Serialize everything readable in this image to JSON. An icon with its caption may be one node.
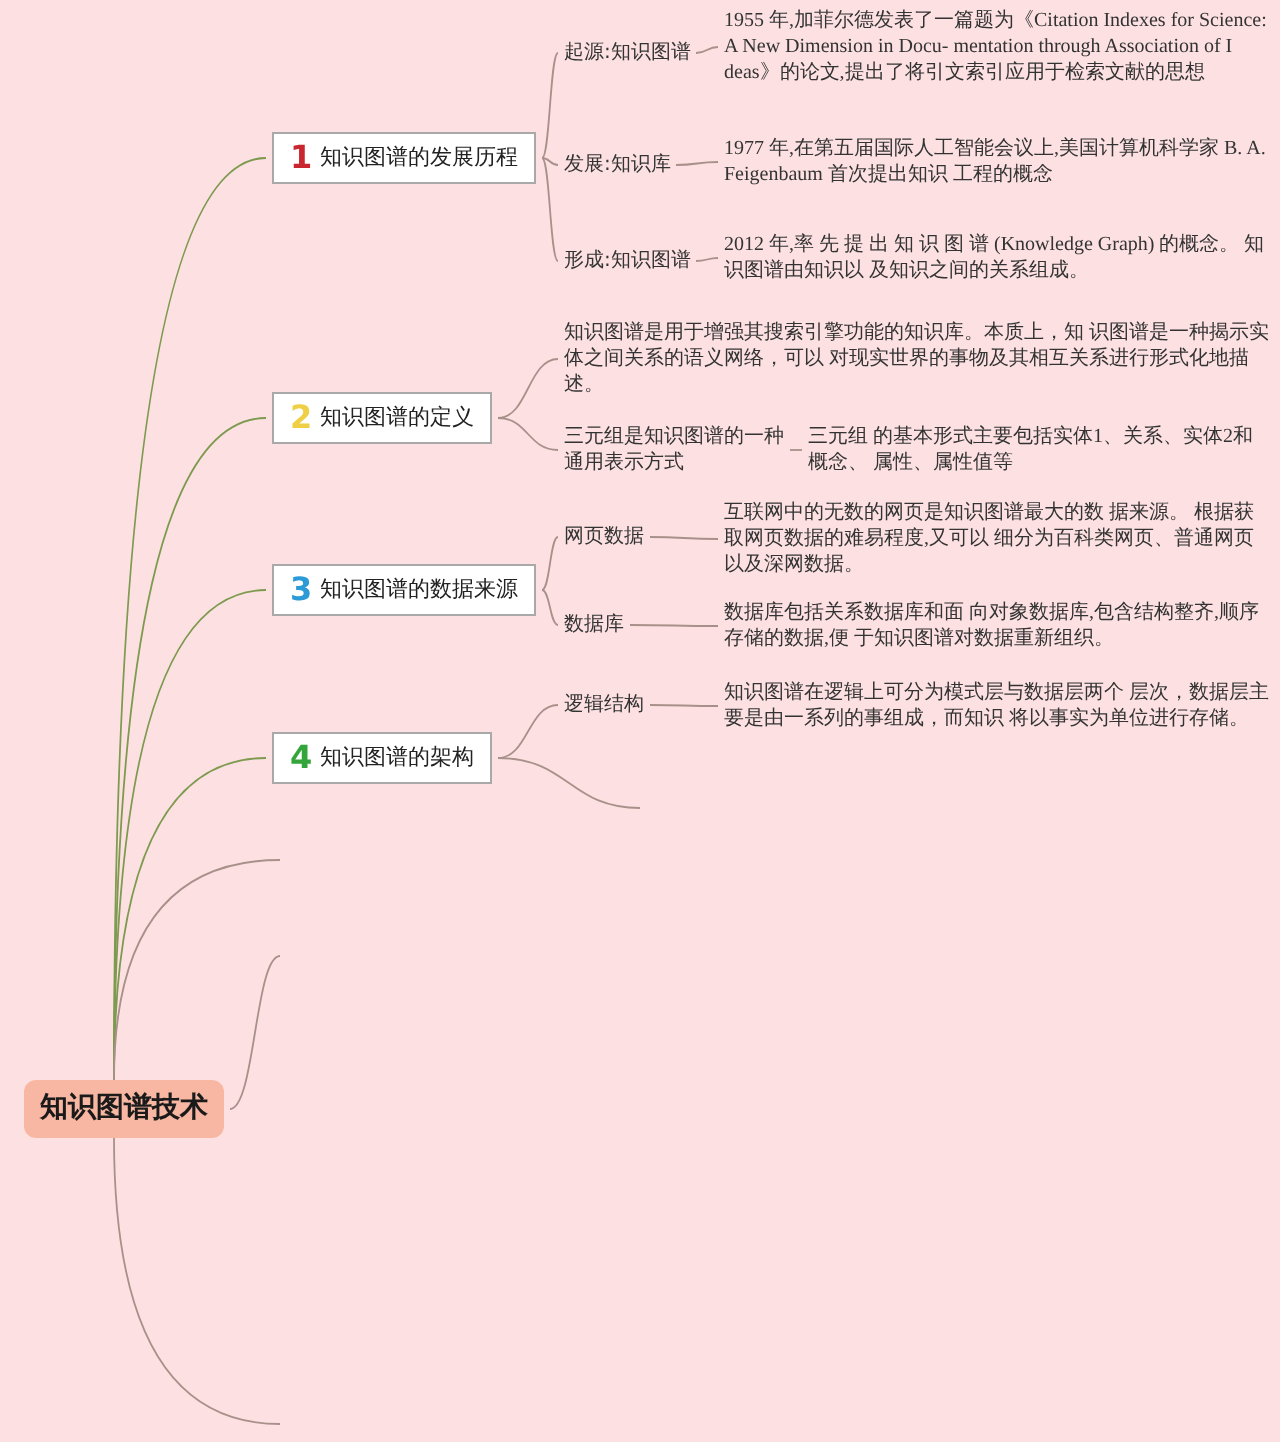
{
  "diagram": {
    "nodes": [
      {
        "text": [
          "知识图谱技术"
        ]
      },
      {
        "text": [
          "1",
          "知识图谱的发展历程"
        ]
      },
      {
        "text": [
          "起源:知识图谱"
        ]
      },
      {
        "text": [
          "1955 年,加菲尔德发表了一篇题为《Citation Indexes for Science: A New Dimension in Docu- mentation through Association of I deas》的论文,提出了将引文索引应用于检索文献的思想"
        ]
      },
      {
        "text": [
          "发展:知识库"
        ]
      },
      {
        "text": [
          "1977 年,在第五届国际人工智能会议上,美国计算机科学家 B. A. Feigenbaum 首次提出知识 工程的概念"
        ]
      },
      {
        "text": [
          "形成:知识图谱"
        ]
      },
      {
        "text": [
          "2012 年,率 先 提 出 知 识 图 谱 (Knowledge Graph) 的概念。 知识图谱由知识以 及知识之间的关系组成。"
        ]
      },
      {
        "text": [
          "2",
          "知识图谱的定义"
        ]
      },
      {
        "text": [
          "知识图谱是用于增强其搜索引擎功能的知识库。本质上，知 识图谱是一种揭示实体之间关系的语义网络，可以 对现实世界的事物及其相互关系进行形式化地描述。"
        ]
      },
      {
        "text": [
          "三元组是知识图谱的一种通用表示方式"
        ]
      },
      {
        "text": [
          "三元组 的基本形式主要包括实体1、关系、实体2和概念、 属性、属性值等"
        ]
      },
      {
        "text": [
          "3",
          "知识图谱的数据来源"
        ]
      },
      {
        "text": [
          "网页数据"
        ]
      },
      {
        "text": [
          "互联网中的无数的网页是知识图谱最大的数 据来源。 根据获取网页数据的难易程度,又可以 细分为百科类网页、普通网页以及深网数据。"
        ]
      },
      {
        "text": [
          "数据库"
        ]
      },
      {
        "text": [
          "数据库包括关系数据库和面 向对象数据库,包含结构整齐,顺序存储的数据,便 于知识图谱对数据重新组织。"
        ]
      },
      {
        "text": [
          "4",
          "知识图谱的架构"
        ]
      },
      {
        "text": [
          "逻辑结构"
        ]
      },
      {
        "text": [
          "知识图谱在逻辑上可分为模式层与数据层两个 层次，数据层主要是由一系列的事组成，而知识 将以事实为单位进行存储。"
        ]
      }
    ],
    "edges": [
      {
        "from": 0,
        "to": 1,
        "arrow": "none",
        "color": "#7d9a4f"
      },
      {
        "from": 0,
        "to": 8,
        "arrow": "none",
        "color": "#7d9a4f"
      },
      {
        "from": 0,
        "to": 12,
        "arrow": "none",
        "color": "#7d9a4f"
      },
      {
        "from": 0,
        "to": 17,
        "arrow": "none",
        "color": "#7d9a4f"
      },
      {
        "from": 0,
        "to": null,
        "arrow": "none"
      },
      {
        "from": 0,
        "to": null,
        "arrow": "none"
      },
      {
        "from": 0,
        "to": null,
        "arrow": "none"
      },
      {
        "from": 1,
        "to": 2,
        "arrow": "none"
      },
      {
        "from": 2,
        "to": 3,
        "arrow": "none"
      },
      {
        "from": 1,
        "to": 4,
        "arrow": "none"
      },
      {
        "from": 4,
        "to": 5,
        "arrow": "none"
      },
      {
        "from": 1,
        "to": 6,
        "arrow": "none"
      },
      {
        "from": 6,
        "to": 7,
        "arrow": "none"
      },
      {
        "from": 8,
        "to": 9,
        "arrow": "none"
      },
      {
        "from": 8,
        "to": 10,
        "arrow": "none"
      },
      {
        "from": 10,
        "to": 11,
        "arrow": "none"
      },
      {
        "from": 12,
        "to": 13,
        "arrow": "none"
      },
      {
        "from": 13,
        "to": 14,
        "arrow": "none"
      },
      {
        "from": 12,
        "to": 15,
        "arrow": "none"
      },
      {
        "from": 15,
        "to": 16,
        "arrow": "none"
      },
      {
        "from": 17,
        "to": 18,
        "arrow": "none"
      },
      {
        "from": 18,
        "to": 19,
        "arrow": "none"
      },
      {
        "from": 17,
        "to": null,
        "arrow": "none"
      }
    ]
  }
}
